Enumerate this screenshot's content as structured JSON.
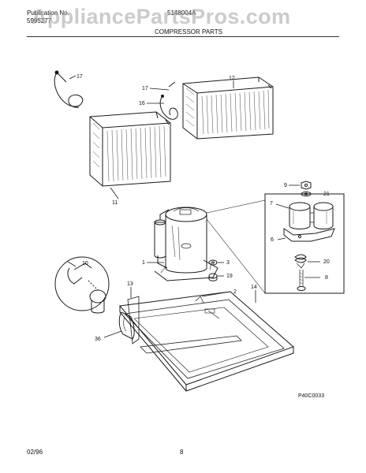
{
  "header": {
    "publication_label": "Publication No.",
    "publication_number": "5995277",
    "model_number": "5148004A",
    "section_title": "COMPRESSOR PARTS"
  },
  "watermark": "AppliancePartsPros.com",
  "part_callouts": {
    "p17a": "17",
    "p17b": "17",
    "p16": "16",
    "p12": "12",
    "p11": "11",
    "p9": "9",
    "p21": "21",
    "p7": "7",
    "p6": "6",
    "p20": "20",
    "p8": "8",
    "p1": "1",
    "p3": "3",
    "p19": "19",
    "p10": "10",
    "p13": "13",
    "p14": "14",
    "p2": "2",
    "p36": "36"
  },
  "drawing_code": "P40C0033",
  "footer": {
    "date": "02/96",
    "page": "8"
  }
}
